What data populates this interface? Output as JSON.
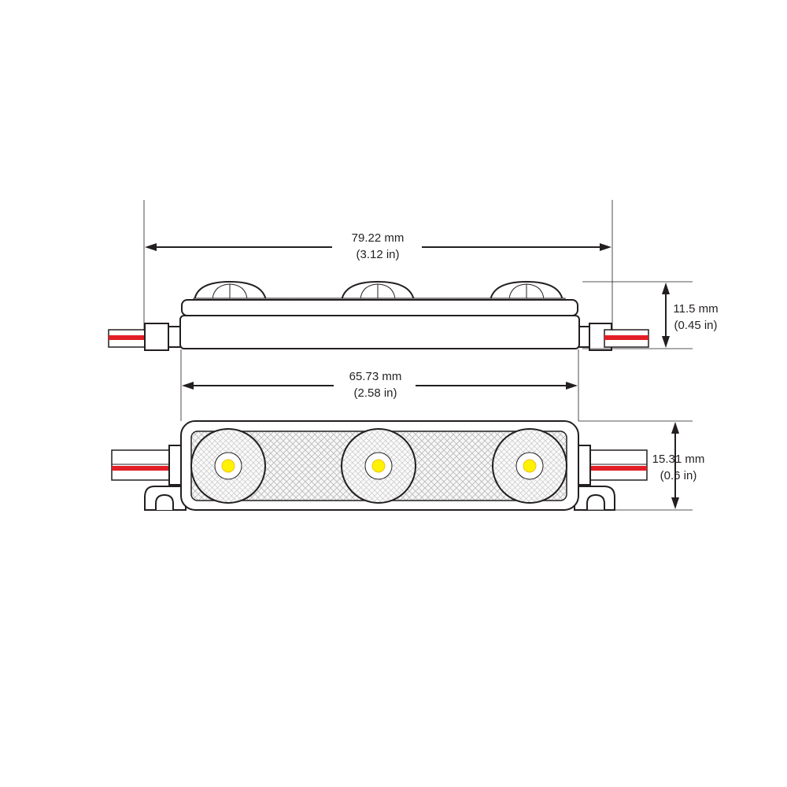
{
  "dimensions": {
    "overall_length": {
      "mm": "79.22 mm",
      "inch": "(3.12 in)"
    },
    "height": {
      "mm": "11.5 mm",
      "inch": "(0.45 in)"
    },
    "body_length": {
      "mm": "65.73 mm",
      "inch": "(2.58 in)"
    },
    "width": {
      "mm": "15.31 mm",
      "inch": "(0.6 in)"
    }
  },
  "led_count": 3,
  "colors": {
    "line": "#231f20",
    "wire_red": "#e21f26",
    "led_yellow": "#fff200",
    "lens_mesh": "#d9d9d9"
  }
}
